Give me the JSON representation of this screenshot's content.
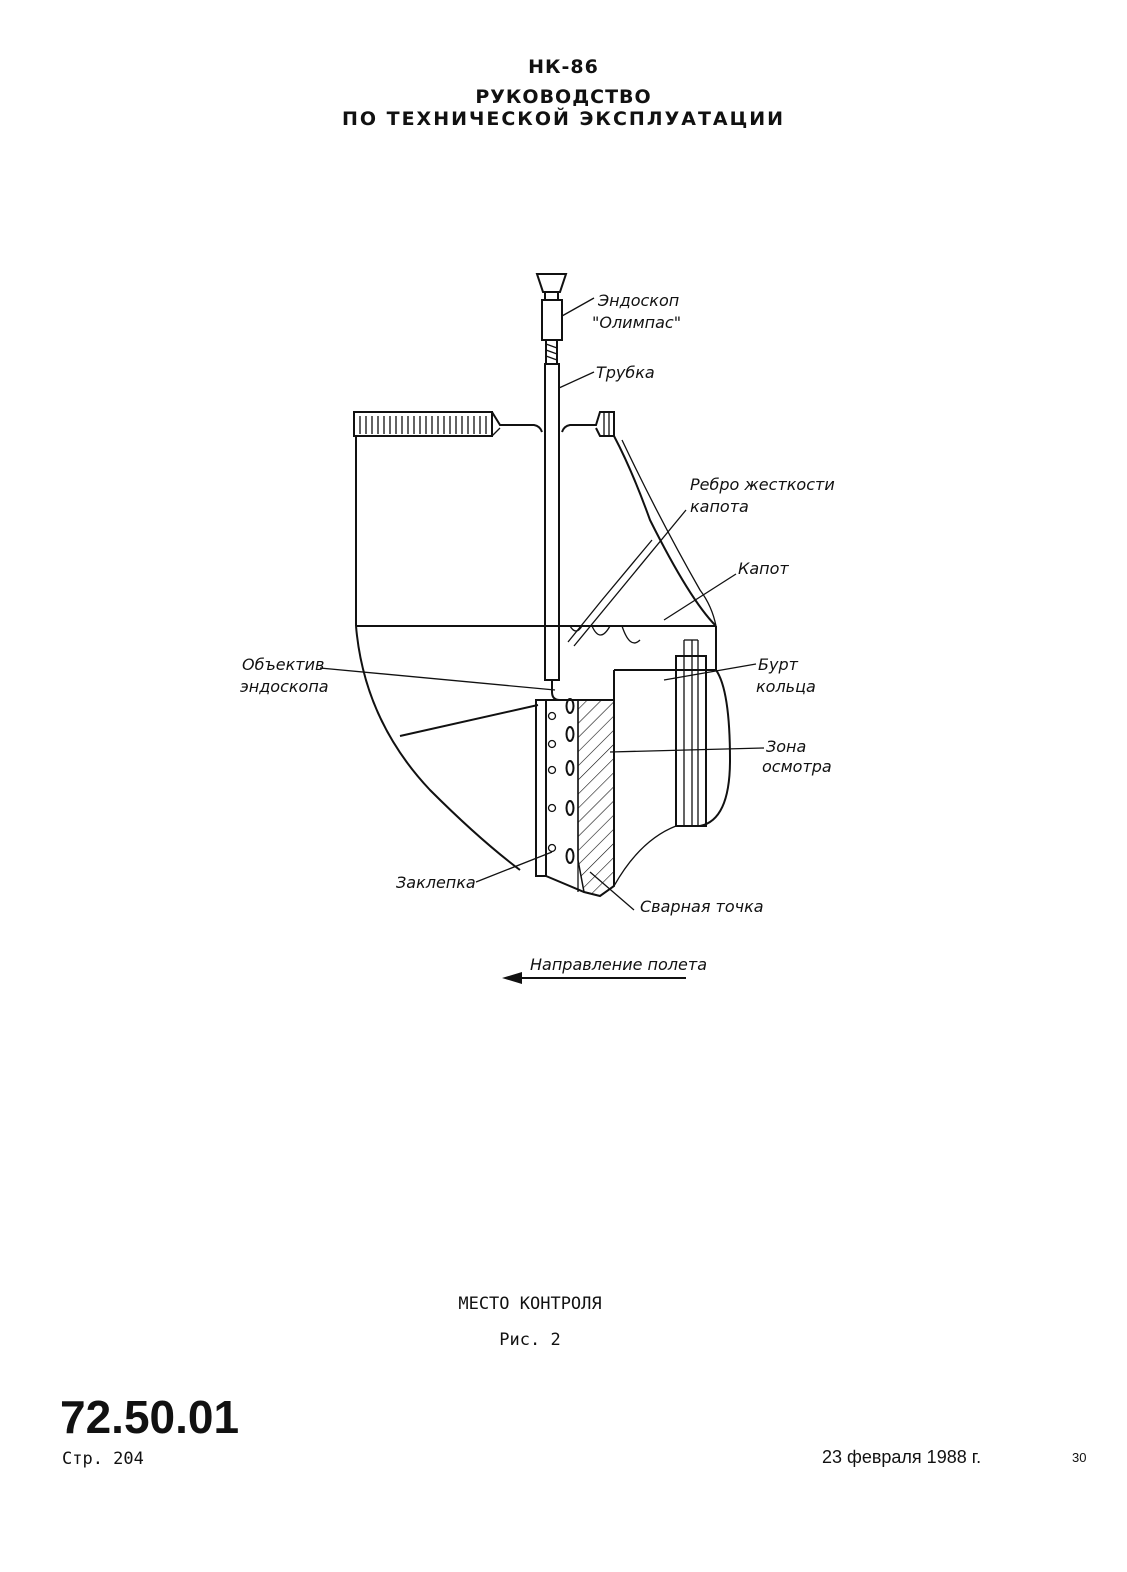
{
  "header": {
    "line1": "НК-86",
    "line2": "РУКОВОДСТВО",
    "line3": "ПО ТЕХНИЧЕСКОЙ ЭКСПЛУАТАЦИИ"
  },
  "figure": {
    "labels": {
      "endoscope_1": "Эндоскоп",
      "endoscope_2": "\"Олимпас\"",
      "tube": "Трубка",
      "rib_1": "Ребро жесткости",
      "rib_2": "капота",
      "hood": "Капот",
      "lens_1": "Объектив",
      "lens_2": "эндоскопа",
      "collar_1": "Бурт",
      "collar_2": "кольца",
      "zone_1": "Зона",
      "zone_2": "осмотра",
      "rivet": "Заклепка",
      "weld": "Сварная точка",
      "direction": "Направление полета"
    }
  },
  "caption": {
    "title": "МЕСТО КОНТРОЛЯ",
    "figure_no": "Рис. 2"
  },
  "footer": {
    "section": "72.50.01",
    "page": "Стр. 204",
    "date": "23 февраля 1988 г.",
    "sheet": "30"
  }
}
